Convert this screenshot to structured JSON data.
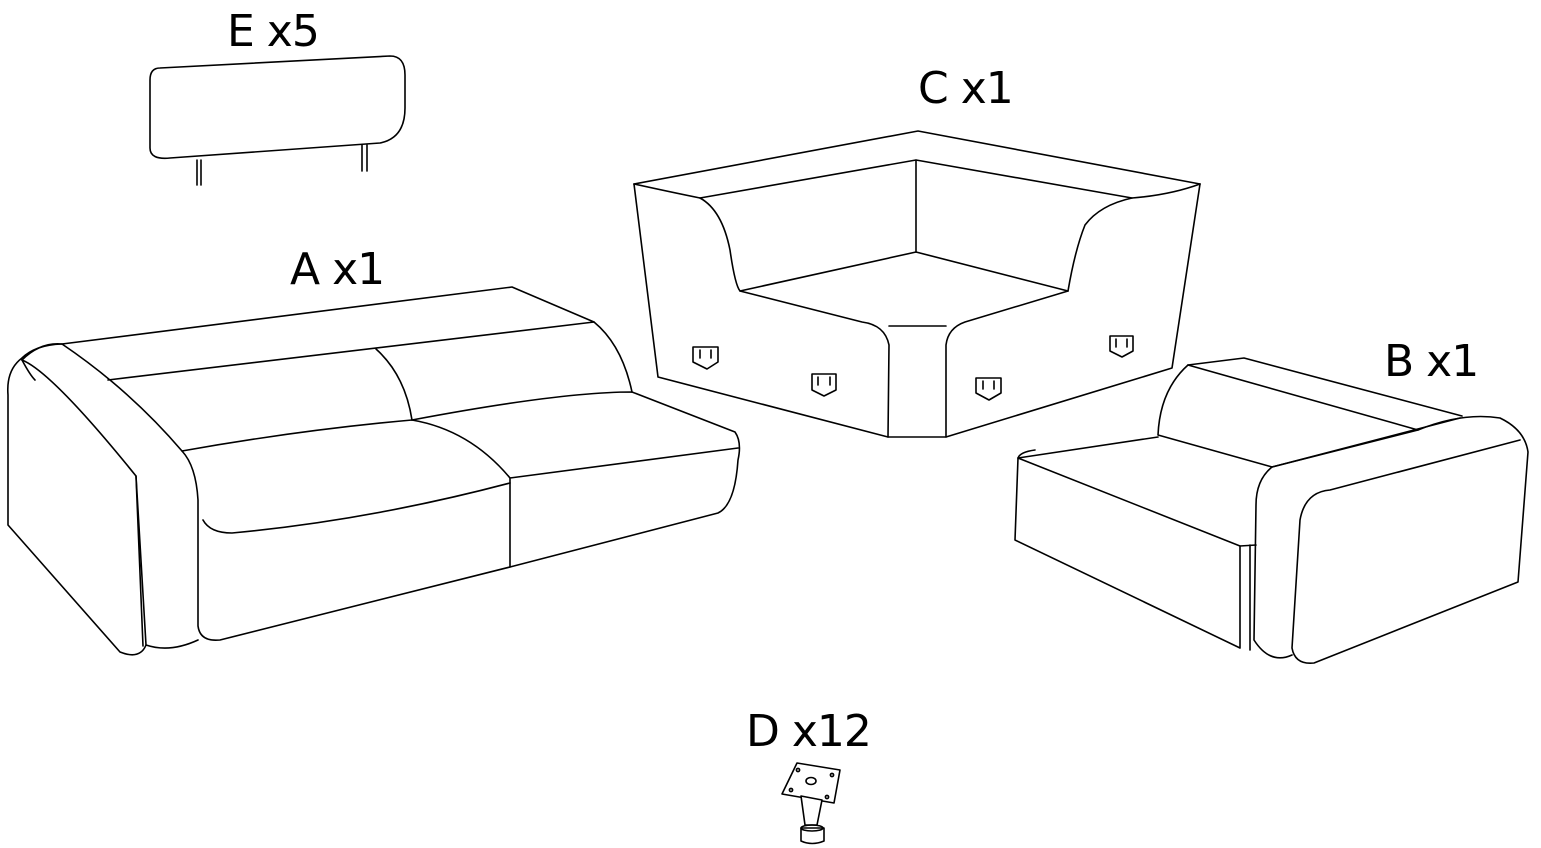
{
  "parts": [
    {
      "id": "E",
      "label": "E x5",
      "name": "backrest cushion"
    },
    {
      "id": "C",
      "label": "C x1",
      "name": "corner module"
    },
    {
      "id": "A",
      "label": "A x1",
      "name": "two-seat module"
    },
    {
      "id": "B",
      "label": "B x1",
      "name": "armchair module"
    },
    {
      "id": "D",
      "label": "D x12",
      "name": "leg"
    }
  ],
  "colors": {
    "line": "#000000",
    "background": "#ffffff"
  }
}
